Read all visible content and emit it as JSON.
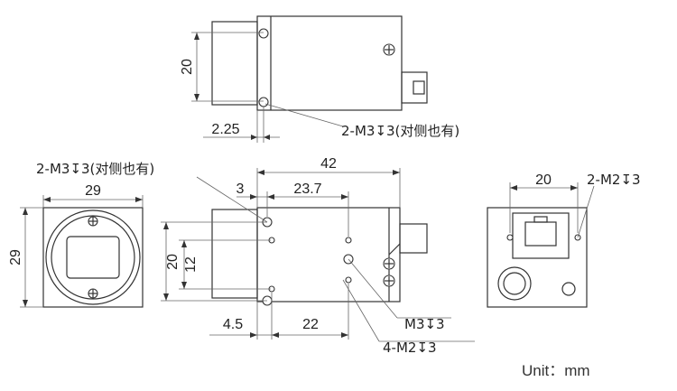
{
  "views": {
    "top": {
      "height_label": "20",
      "offset_label": "2.25",
      "callout": "2-M3↧3(对侧也有)"
    },
    "front": {
      "width_label": "29",
      "height_label": "29"
    },
    "side": {
      "callout": "2-M3↧3(对侧也有)",
      "length_label": "42",
      "offset_label": "3",
      "spacing_label": "23.7",
      "height_outer_label": "20",
      "height_inner_label": "12",
      "bottom_offset_label": "4.5",
      "bottom_spacing_label": "22",
      "callout_m3": "M3↧3",
      "callout_m2": "4-M2↧3"
    },
    "back": {
      "width_label": "20",
      "callout": "2-M2↧3"
    }
  },
  "unit_label": "Unit：mm"
}
